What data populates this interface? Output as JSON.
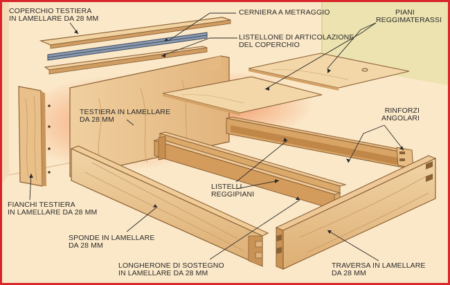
{
  "colors": {
    "frame": "#d9252a",
    "room_floor": "#f6dcc0",
    "room_wall": "#fbe8c8",
    "wall_glow": "#f4a97a",
    "side_wall": "#ece3b0",
    "wood_light": "#eecb99",
    "wood_mid": "#d9a566",
    "wood_dark": "#b9854a",
    "hinge": "#7d8da4",
    "ink": "#2a2a2a"
  },
  "labels": {
    "coperchio": [
      "COPERCHIO TESTIERA",
      "IN LAMELLARE DA 28 mm"
    ],
    "cerniera": [
      "CERNIERA A METRAGGIO"
    ],
    "listellone": [
      "LISTELLONE DI ARTICOLAZIONE",
      "DEL COPERCHIO"
    ],
    "piani": [
      "PIANI",
      "REGGIMATERASSI"
    ],
    "testiera": [
      "TESTIERA IN LAMELLARE",
      "DA 28 mm"
    ],
    "rinforzi": [
      "RINFORZI",
      "ANGOLARI"
    ],
    "listelli": [
      "LISTELLI",
      "REGGIPIANI"
    ],
    "fianchi": [
      "FIANCHI TESTIERA",
      "IN LAMELLARE DA 28 mm"
    ],
    "sponde": [
      "SPONDE IN LAMELLARE",
      "DA 28 mm"
    ],
    "longherone": [
      "LONGHERONE DI SOSTEGNO",
      "IN LAMELLARE DA 28 mm"
    ],
    "traversa": [
      "TRAVERSA IN LAMELLARE",
      "DA 28 mm"
    ]
  }
}
